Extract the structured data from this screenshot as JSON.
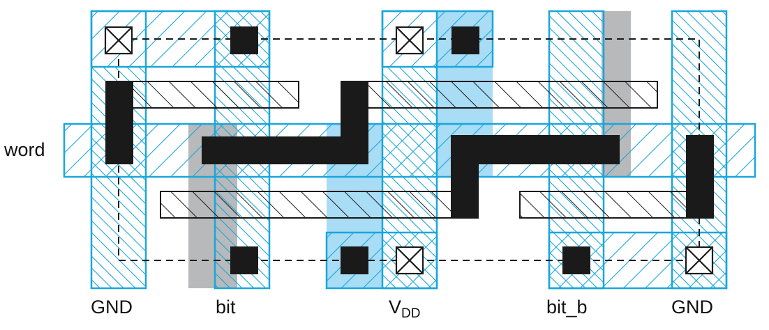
{
  "labels": {
    "word": "word",
    "gnd_left": "GND",
    "bit": "bit",
    "vdd_main": "V",
    "vdd_sub": "DD",
    "bit_b": "bit_b",
    "gnd_right": "GND"
  },
  "colors": {
    "metal": "#19a6dc",
    "metal_fill": "#a9dcf5",
    "metal2_gray": "#b8b9bb",
    "poly": "#1a1a1a",
    "contact": "#1a1a1a",
    "background": "#ffffff"
  }
}
